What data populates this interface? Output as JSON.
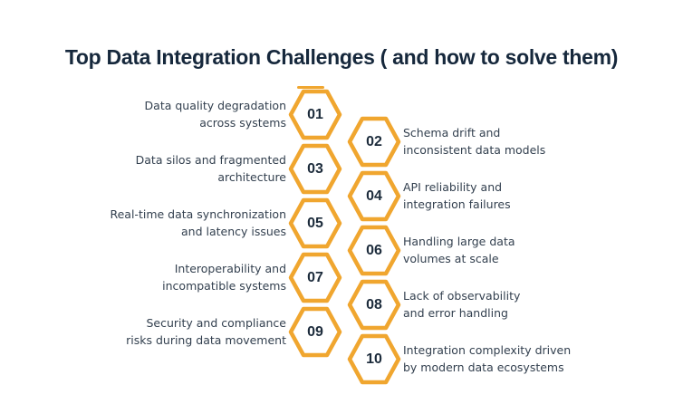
{
  "title": "Top Data Integration Challenges ( and how to solve them)",
  "colors": {
    "accent": "#F0A62F",
    "title_text": "#16283C",
    "body_text": "#33404F",
    "number_text": "#1C2B3B",
    "background": "#FFFFFF"
  },
  "items": [
    {
      "number": "01",
      "label": "Data quality degradation\nacross systems",
      "side": "left"
    },
    {
      "number": "02",
      "label": "Schema drift and\ninconsistent data models",
      "side": "right"
    },
    {
      "number": "03",
      "label": "Data silos and fragmented\narchitecture",
      "side": "left"
    },
    {
      "number": "04",
      "label": "API reliability and\nintegration failures",
      "side": "right"
    },
    {
      "number": "05",
      "label": "Real-time data synchronization\nand latency issues",
      "side": "left"
    },
    {
      "number": "06",
      "label": "Handling large data\nvolumes at scale",
      "side": "right"
    },
    {
      "number": "07",
      "label": "Interoperability and\nincompatible systems",
      "side": "left"
    },
    {
      "number": "08",
      "label": "Lack of observability\nand error handling",
      "side": "right"
    },
    {
      "number": "09",
      "label": "Security and compliance\nrisks during data movement",
      "side": "left"
    },
    {
      "number": "10",
      "label": "Integration complexity driven\nby modern data ecosystems",
      "side": "right"
    }
  ]
}
